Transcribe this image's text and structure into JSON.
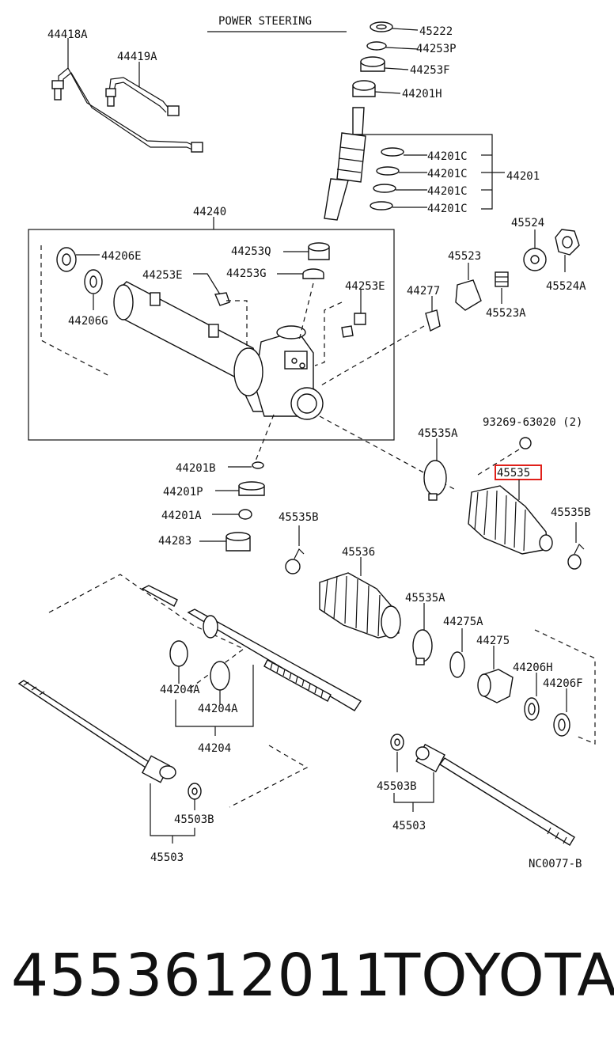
{
  "diagram": {
    "title": "POWER STEERING",
    "code": "NC0077-B",
    "highlight_color": "#e0201a",
    "labels": {
      "l44418A": "44418A",
      "l44419A": "44419A",
      "l45222": "45222",
      "l44253P": "44253P",
      "l44253F": "44253F",
      "l44201H": "44201H",
      "l44201C1": "44201C",
      "l44201C2": "44201C",
      "l44201C3": "44201C",
      "l44201C4": "44201C",
      "l44201": "44201",
      "l44240": "44240",
      "l44206E": "44206E",
      "l44253Q": "44253Q",
      "l44253E1": "44253E",
      "l44253G": "44253G",
      "l44253E2": "44253E",
      "l44206G": "44206G",
      "l44277": "44277",
      "l45523": "45523",
      "l45524": "45524",
      "l45524A": "45524A",
      "l45523A": "45523A",
      "l45535A1": "45535A",
      "l93269": "93269-63020 (2)",
      "l45535": "45535",
      "l44201B": "44201B",
      "l44201P": "44201P",
      "l44201A": "44201A",
      "l44283": "44283",
      "l45535B1": "45535B",
      "l45535B2": "45535B",
      "l45536": "45536",
      "l45535A2": "45535A",
      "l44275A": "44275A",
      "l44275": "44275",
      "l44206H": "44206H",
      "l44206F": "44206F",
      "l44204A1": "44204A",
      "l44204A2": "44204A",
      "l44204": "44204",
      "l45503B1": "45503B",
      "l45503_1": "45503",
      "l45503B2": "45503B",
      "l45503_2": "45503"
    }
  },
  "footer": {
    "part_number": "4553612011",
    "brand": "TOYOTA"
  }
}
